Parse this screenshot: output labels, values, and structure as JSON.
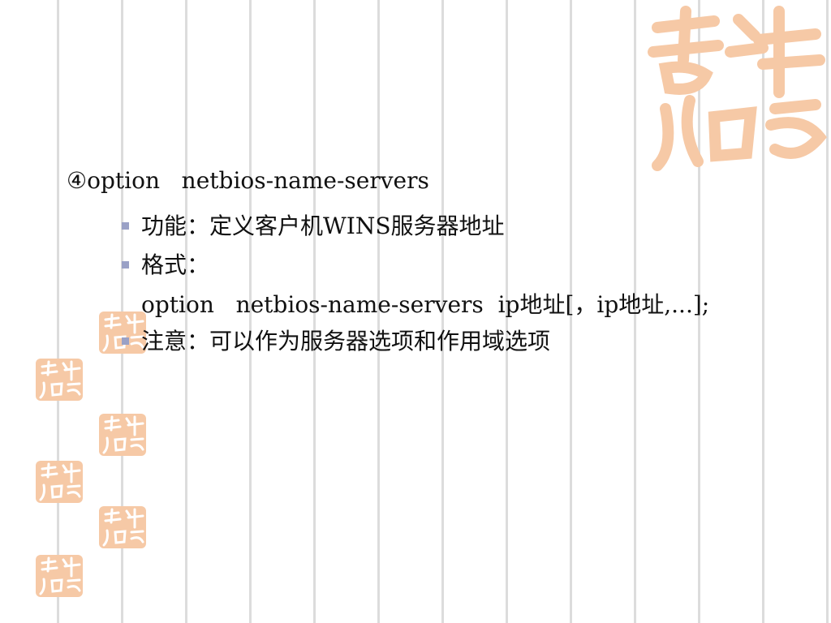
{
  "slide": {
    "heading": "④option   netbios-name-servers",
    "items": [
      {
        "type": "bullet",
        "text": "功能：定义客户机WINS服务器地址"
      },
      {
        "type": "bullet",
        "text": "格式："
      },
      {
        "type": "code",
        "text": "option   netbios-name-servers  ip地址[，ip地址,...];"
      },
      {
        "type": "bullet",
        "text": "注意：可以作为服务器选项和作用域选项"
      }
    ]
  },
  "decoration": {
    "seal_glyphs": "吉祥如意",
    "seal_color": "#f6c9a6",
    "bullet_color": "#9aa1c6",
    "seal_icon": "auspicious-seal-icon"
  }
}
